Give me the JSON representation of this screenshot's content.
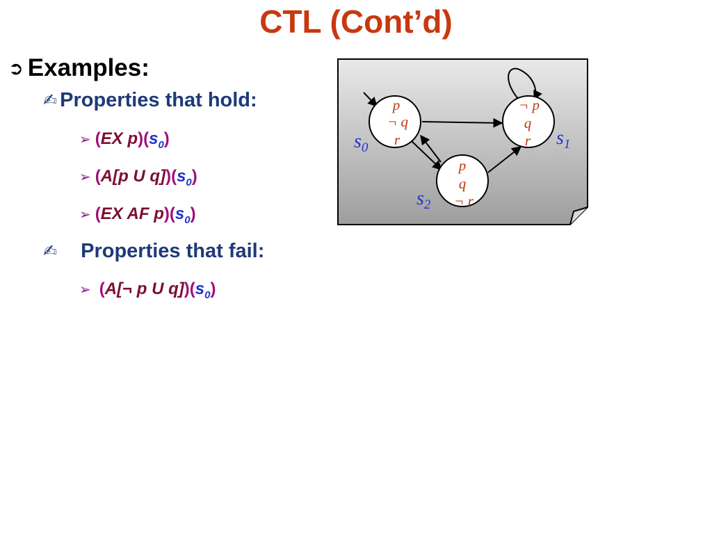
{
  "title": "CTL (Cont’d)",
  "examples": {
    "marker": "➲",
    "label": "Examples:"
  },
  "hold": {
    "marker": "✍",
    "label": "Properties that hold:",
    "items": [
      {
        "open": "(",
        "formula": "EX p",
        "close": ")(",
        "state": "s",
        "sub": "0",
        "end": ")"
      },
      {
        "open": "(",
        "formula": "A[p U q]",
        "close": ")(",
        "state": "s",
        "sub": "0",
        "end": ")"
      },
      {
        "open": "( ",
        "formula": "EX AF p ",
        "close": ")(",
        "state": "s",
        "sub": "0",
        "end": ")"
      }
    ]
  },
  "fail": {
    "marker": "✍",
    "label": "Properties that fail:",
    "items": [
      {
        "open": "(",
        "formula": "A[¬ p U q]",
        "close": ")(",
        "state": "s",
        "sub": "0",
        "end": ")"
      }
    ]
  },
  "bullet_marker": "➢",
  "diagram": {
    "colors": {
      "node_text": "#c0360c",
      "state_label": "#2233cc",
      "panel_top": "#e9e9e9",
      "panel_bottom": "#9e9e9e"
    },
    "nodes": [
      {
        "id": "s0",
        "lines": [
          "p",
          "¬ q",
          "r"
        ],
        "label": "s",
        "sub": "0"
      },
      {
        "id": "s1",
        "lines": [
          "¬  p",
          "q",
          "r"
        ],
        "label": "s",
        "sub": "1"
      },
      {
        "id": "s2",
        "lines": [
          "p",
          "q",
          "¬ r"
        ],
        "label": "s",
        "sub": "2"
      }
    ]
  }
}
